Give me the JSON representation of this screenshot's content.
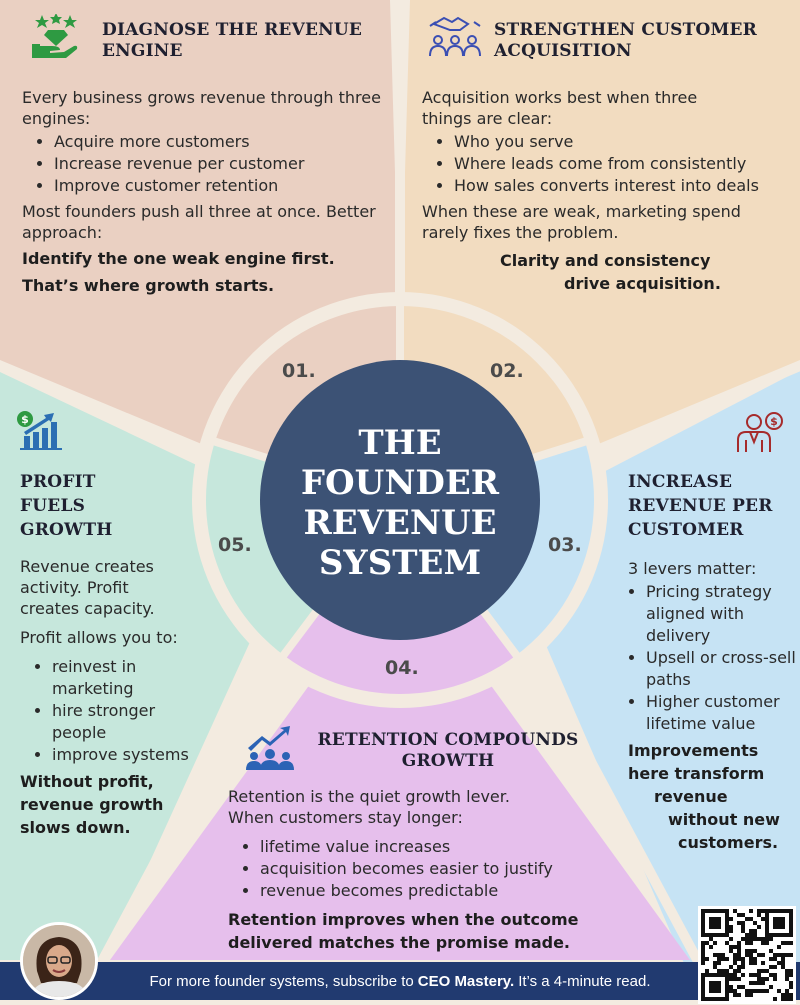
{
  "center": {
    "lines": [
      "THE",
      "FOUNDER",
      "REVENUE",
      "SYSTEM"
    ]
  },
  "numbers": [
    "01.",
    "02.",
    "03.",
    "04.",
    "05."
  ],
  "s1": {
    "heading": "DIAGNOSE THE  REVENUE ENGINE",
    "intro": "Every business grows revenue through three engines:",
    "bullets": [
      "Acquire more customers",
      "Increase revenue per customer",
      "Improve customer retention"
    ],
    "outro": "Most founders push all three at once. Better approach:",
    "emph1": "Identify the one weak engine first.",
    "emph2": "That’s where growth starts."
  },
  "s2": {
    "heading": "STRENGTHEN CUSTOMER ACQUISITION",
    "intro": "Acquisition works best when three things are clear:",
    "bullets": [
      "Who you serve",
      "Where leads come from consistently",
      "How sales converts interest into deals"
    ],
    "outro": "When these are weak, marketing spend rarely fixes the problem.",
    "emph1": "Clarity and consistency",
    "emph2": "drive acquisition."
  },
  "s3": {
    "heading": "INCREASE REVENUE PER CUSTOMER",
    "intro": "3 levers matter:",
    "bullets": [
      "Pricing strategy aligned with delivery",
      "Upsell or cross-sell paths",
      "Higher customer lifetime value"
    ],
    "emph1": "Improvements here transform",
    "emph2": "revenue",
    "emph3": "without new",
    "emph4": "customers."
  },
  "s4": {
    "heading1": "RETENTION COMPOUNDS",
    "heading2": "GROWTH",
    "intro1": "Retention is the quiet growth lever.",
    "intro2": "When customers stay longer:",
    "bullets": [
      "lifetime value increases",
      "acquisition becomes easier to justify",
      "revenue becomes predictable"
    ],
    "emph1": "Retention improves when the outcome",
    "emph2": "delivered matches the promise made."
  },
  "s5": {
    "heading": "PROFIT FUELS GROWTH",
    "intro": "Revenue creates activity. Profit creates capacity.",
    "lead": "Profit allows you to:",
    "bullets": [
      "reinvest in marketing",
      "hire stronger people",
      "improve systems"
    ],
    "emph": "Without profit, revenue growth slows down."
  },
  "footer": {
    "pre": "For more founder systems, subscribe to",
    "brand": "CEO Mastery.",
    "post": "It’s a 4-minute read."
  },
  "colors": {
    "s1": "#ead0c2",
    "s2": "#f2dcc0",
    "s3": "#c6e3f4",
    "s4": "#e6bfec",
    "s5": "#c6e7dc",
    "center": "#3c5275",
    "ring": "#f3ebe0",
    "footer": "#213a70"
  },
  "icons": [
    "money-hand-icon",
    "handshake-team-icon",
    "salesperson-dollar-icon",
    "growth-team-icon",
    "profit-chart-icon"
  ]
}
